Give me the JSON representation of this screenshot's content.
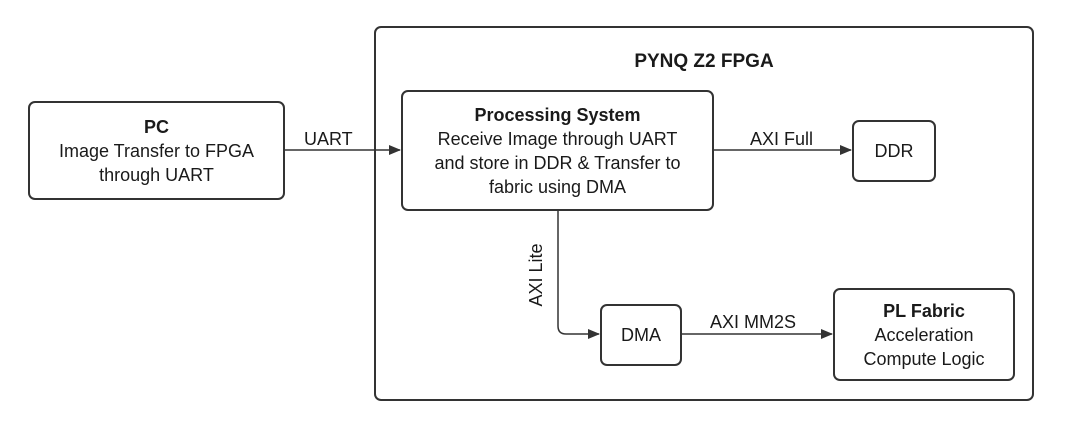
{
  "container": {
    "title": "PYNQ Z2 FPGA"
  },
  "pc": {
    "title": "PC",
    "line1": "Image Transfer to FPGA",
    "line2": "through UART"
  },
  "ps": {
    "title": "Processing System",
    "line1": "Receive Image through UART",
    "line2": "and store in DDR & Transfer to",
    "line3": "fabric using DMA"
  },
  "ddr": {
    "title": "DDR"
  },
  "dma": {
    "title": "DMA"
  },
  "pl": {
    "title": "PL Fabric",
    "line1": "Acceleration",
    "line2": "Compute Logic"
  },
  "edges": {
    "uart": "UART",
    "axi_full": "AXI Full",
    "axi_lite": "AXI Lite",
    "axi_mm2s": "AXI MM2S"
  },
  "colors": {
    "stroke": "#333333",
    "background": "#ffffff"
  }
}
